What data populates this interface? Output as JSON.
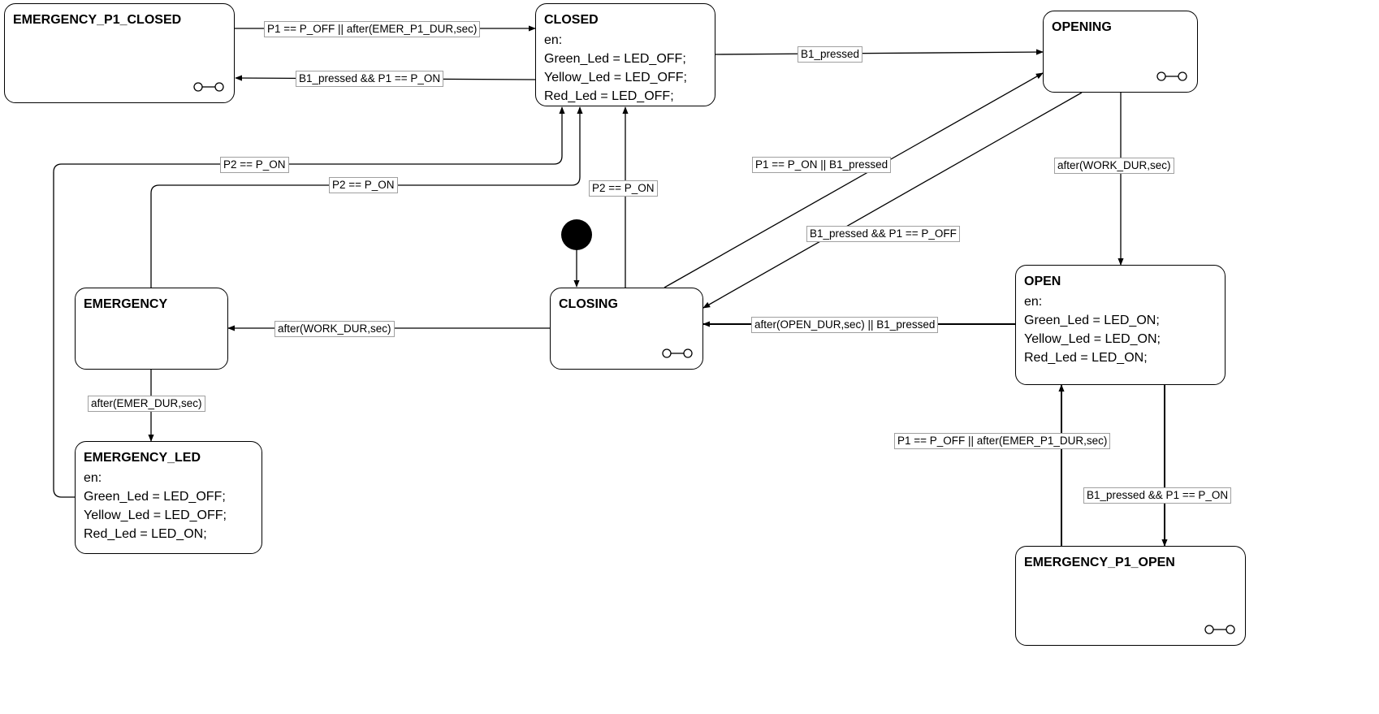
{
  "states": {
    "emergency_p1_closed": {
      "title": "EMERGENCY_P1_CLOSED"
    },
    "closed": {
      "title": "CLOSED",
      "lines": [
        "en:",
        "Green_Led = LED_OFF;",
        "Yellow_Led = LED_OFF;",
        "Red_Led = LED_OFF;"
      ]
    },
    "opening": {
      "title": "OPENING"
    },
    "open": {
      "title": "OPEN",
      "lines": [
        "en:",
        "Green_Led = LED_ON;",
        "Yellow_Led = LED_ON;",
        "Red_Led = LED_ON;"
      ]
    },
    "closing": {
      "title": "CLOSING"
    },
    "emergency": {
      "title": "EMERGENCY"
    },
    "emergency_led": {
      "title": "EMERGENCY_LED",
      "lines": [
        "en:",
        "Green_Led = LED_OFF;",
        "Yellow_Led = LED_OFF;",
        "Red_Led = LED_ON;"
      ]
    },
    "emergency_p1_open": {
      "title": "EMERGENCY_P1_OPEN"
    }
  },
  "transitions": {
    "ep1c_to_closed": "P1 == P_OFF || after(EMER_P1_DUR,sec)",
    "closed_to_ep1c": "B1_pressed && P1 == P_ON",
    "closed_to_opening": "B1_pressed",
    "emled_to_closed": "P2 == P_ON",
    "emergency_to_closed": "P2 == P_ON",
    "closing_to_closed": "P2 == P_ON",
    "closing_to_opening": "P1 == P_ON || B1_pressed",
    "opening_to_closing": "B1_pressed && P1 == P_OFF",
    "opening_to_open": "after(WORK_DUR,sec)",
    "open_to_closing": "after(OPEN_DUR,sec) || B1_pressed",
    "closing_to_emergency": "after(WORK_DUR,sec)",
    "emergency_to_emled": "after(EMER_DUR,sec)",
    "ep1o_to_open": "P1 == P_OFF || after(EMER_P1_DUR,sec)",
    "open_to_ep1o": "B1_pressed && P1 == P_ON"
  }
}
